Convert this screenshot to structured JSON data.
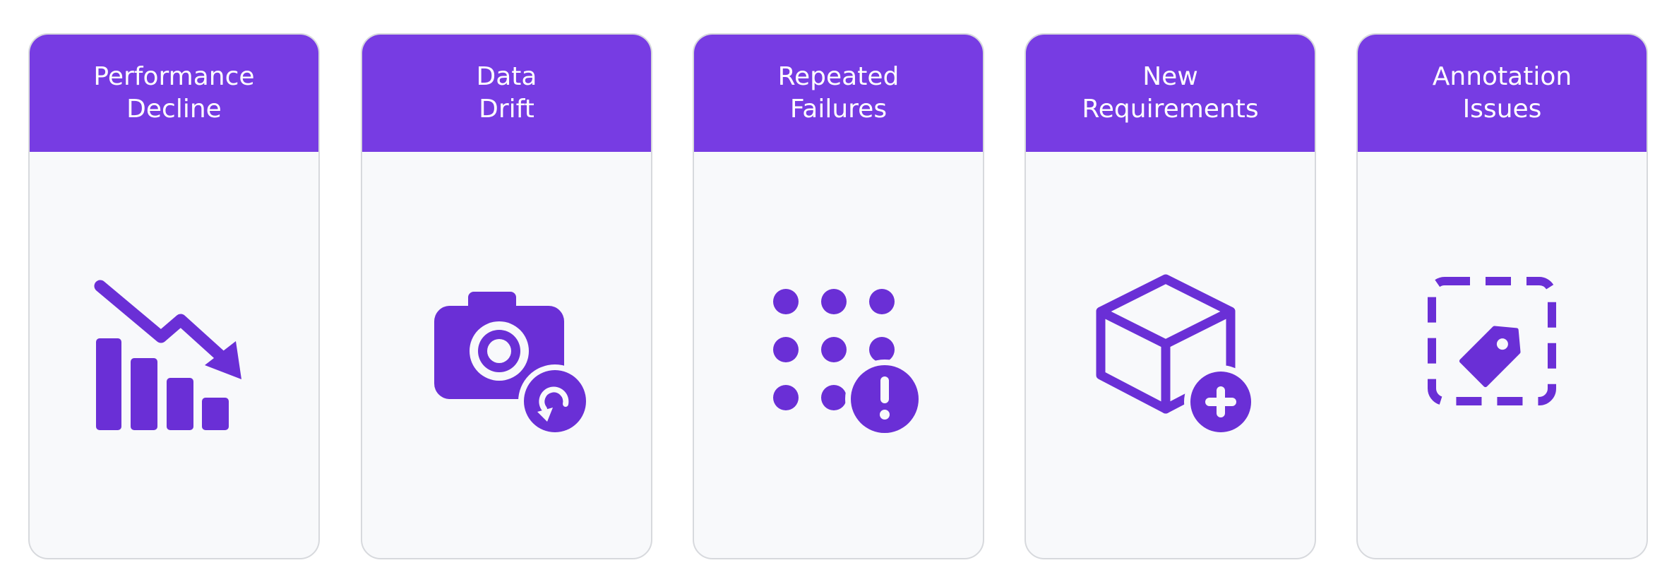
{
  "accent_color": "#773ce3",
  "cards": [
    {
      "line1": "Performance",
      "line2": "Decline",
      "icon": "declining-bar-chart-icon"
    },
    {
      "line1": "Data",
      "line2": "Drift",
      "icon": "camera-refresh-icon"
    },
    {
      "line1": "Repeated",
      "line2": "Failures",
      "icon": "dot-grid-alert-icon"
    },
    {
      "line1": "New",
      "line2": "Requirements",
      "icon": "box-add-icon"
    },
    {
      "line1": "Annotation",
      "line2": "Issues",
      "icon": "dashed-box-tag-icon"
    }
  ]
}
